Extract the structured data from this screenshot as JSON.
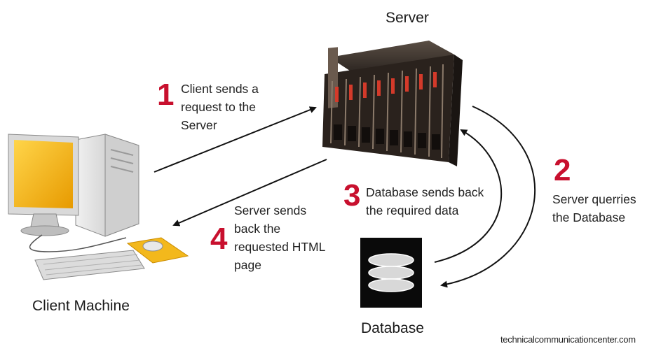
{
  "nodes": {
    "server": {
      "label": "Server"
    },
    "client": {
      "label": "Client Machine"
    },
    "database": {
      "label": "Database"
    }
  },
  "steps": [
    {
      "number": "1",
      "text": "Client sends a\nrequest to the\nServer"
    },
    {
      "number": "2",
      "text": "Server querries\nthe Database"
    },
    {
      "number": "3",
      "text": "Database sends back\nthe required data"
    },
    {
      "number": "4",
      "text": "Server sends\nback the\nrequested HTML\npage"
    }
  ],
  "credit": "technicalcommunicationcenter.com",
  "colors": {
    "step_number": "#c8102e",
    "server_body": "#2b2420",
    "monitor_screen": "#f2b400",
    "mousepad": "#f3b81c",
    "database_block": "#0a0a0a",
    "arrow": "#111111"
  }
}
